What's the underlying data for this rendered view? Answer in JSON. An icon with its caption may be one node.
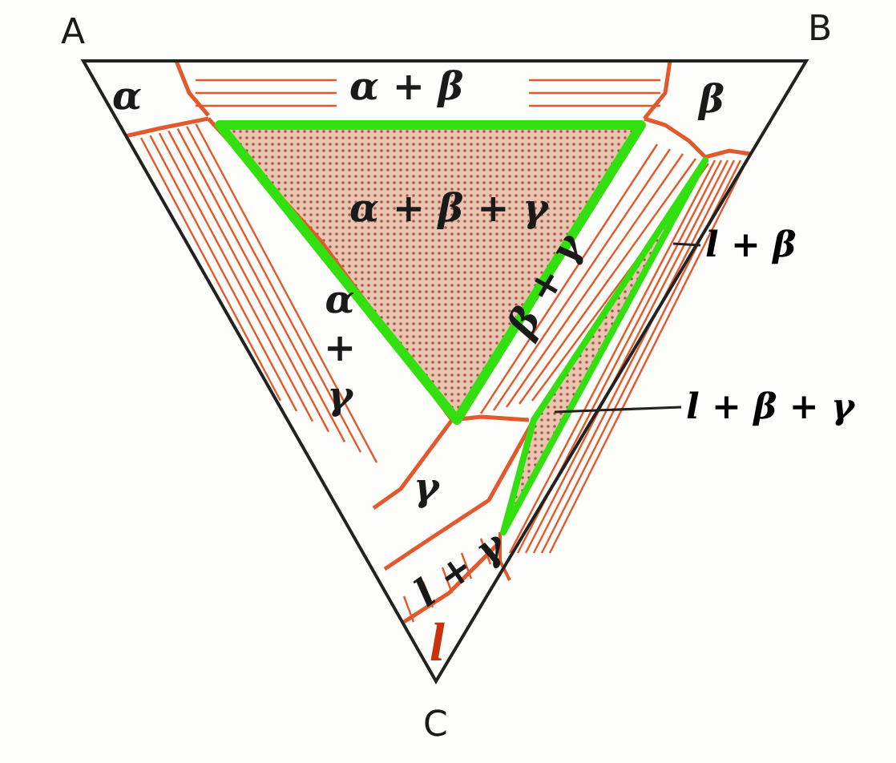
{
  "diagram": {
    "nodes": [
      {
        "text": [
          "l + β"
        ]
      },
      {
        "text": [
          "l + β + γ"
        ]
      }
    ],
    "edges": [
      {
        "from": 0,
        "to": null,
        "arrow": "none"
      },
      {
        "from": 1,
        "to": null,
        "arrow": "none"
      }
    ],
    "labels": [
      "A",
      "B",
      "α",
      "α + β",
      "β",
      "α + β + γ",
      "α + γ",
      "β + γ",
      "γ",
      "l + γ",
      "l",
      "C"
    ]
  }
}
